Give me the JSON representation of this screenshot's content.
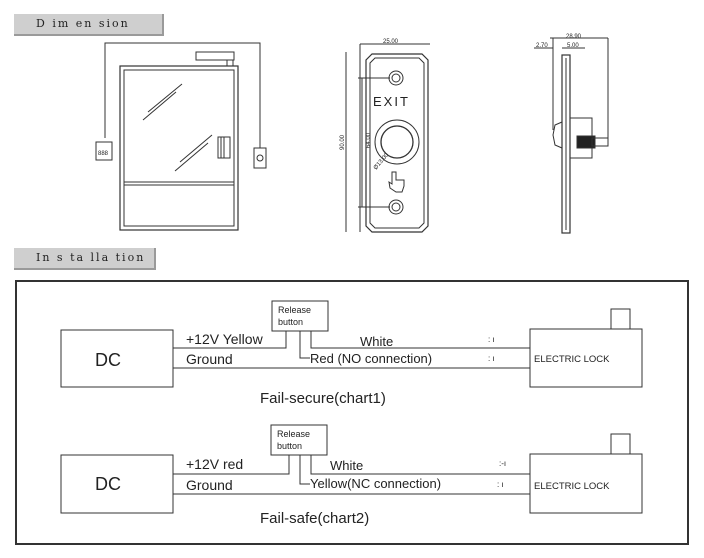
{
  "sections": {
    "dimension": "D im en sion",
    "installation": "In s ta lla tion"
  },
  "dimensions": {
    "front_width": "25.00",
    "front_height": "90.00",
    "hole_spacing": "64.00",
    "button_diameter": "Ø13.00",
    "panel_label": "EXIT",
    "side_total": "28.90",
    "side_front": "2.70",
    "side_plate": "5.00"
  },
  "chart1": {
    "dc_label": "DC",
    "wire_top": "+12V Yellow",
    "wire_bottom": "Ground",
    "release_label_1": "Release",
    "release_label_2": "button",
    "wire_white": "White",
    "wire_mid": "Red (NO connection)",
    "lock_label": "ELECTRIC LOCK",
    "caption": "Fail-secure(chart1)"
  },
  "chart2": {
    "dc_label": "DC",
    "wire_top": "+12V red",
    "wire_bottom": "Ground",
    "release_label_1": "Release",
    "release_label_2": "button",
    "wire_white": "White",
    "wire_mid": "Yellow(NC connection)",
    "lock_label": "ELECTRIC LOCK",
    "caption": "Fail-safe(chart2)"
  }
}
